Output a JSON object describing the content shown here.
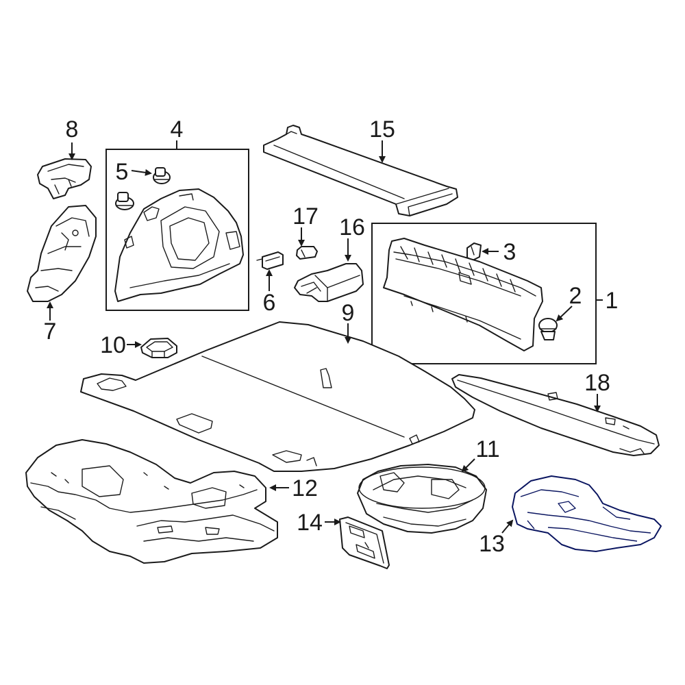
{
  "callouts": [
    {
      "id": "1",
      "label": "1"
    },
    {
      "id": "2",
      "label": "2"
    },
    {
      "id": "3",
      "label": "3"
    },
    {
      "id": "4",
      "label": "4"
    },
    {
      "id": "5",
      "label": "5"
    },
    {
      "id": "6",
      "label": "6"
    },
    {
      "id": "7",
      "label": "7"
    },
    {
      "id": "8",
      "label": "8"
    },
    {
      "id": "9",
      "label": "9"
    },
    {
      "id": "10",
      "label": "10"
    },
    {
      "id": "11",
      "label": "11"
    },
    {
      "id": "12",
      "label": "12"
    },
    {
      "id": "13",
      "label": "13"
    },
    {
      "id": "14",
      "label": "14"
    },
    {
      "id": "15",
      "label": "15"
    },
    {
      "id": "16",
      "label": "16"
    },
    {
      "id": "17",
      "label": "17"
    },
    {
      "id": "18",
      "label": "18"
    }
  ],
  "highlighted_part": "13",
  "colors": {
    "line": "#1a1a1a",
    "highlight_fill": "#1f3bd0",
    "highlight_stroke": "#0a1560",
    "background": "#ffffff"
  }
}
